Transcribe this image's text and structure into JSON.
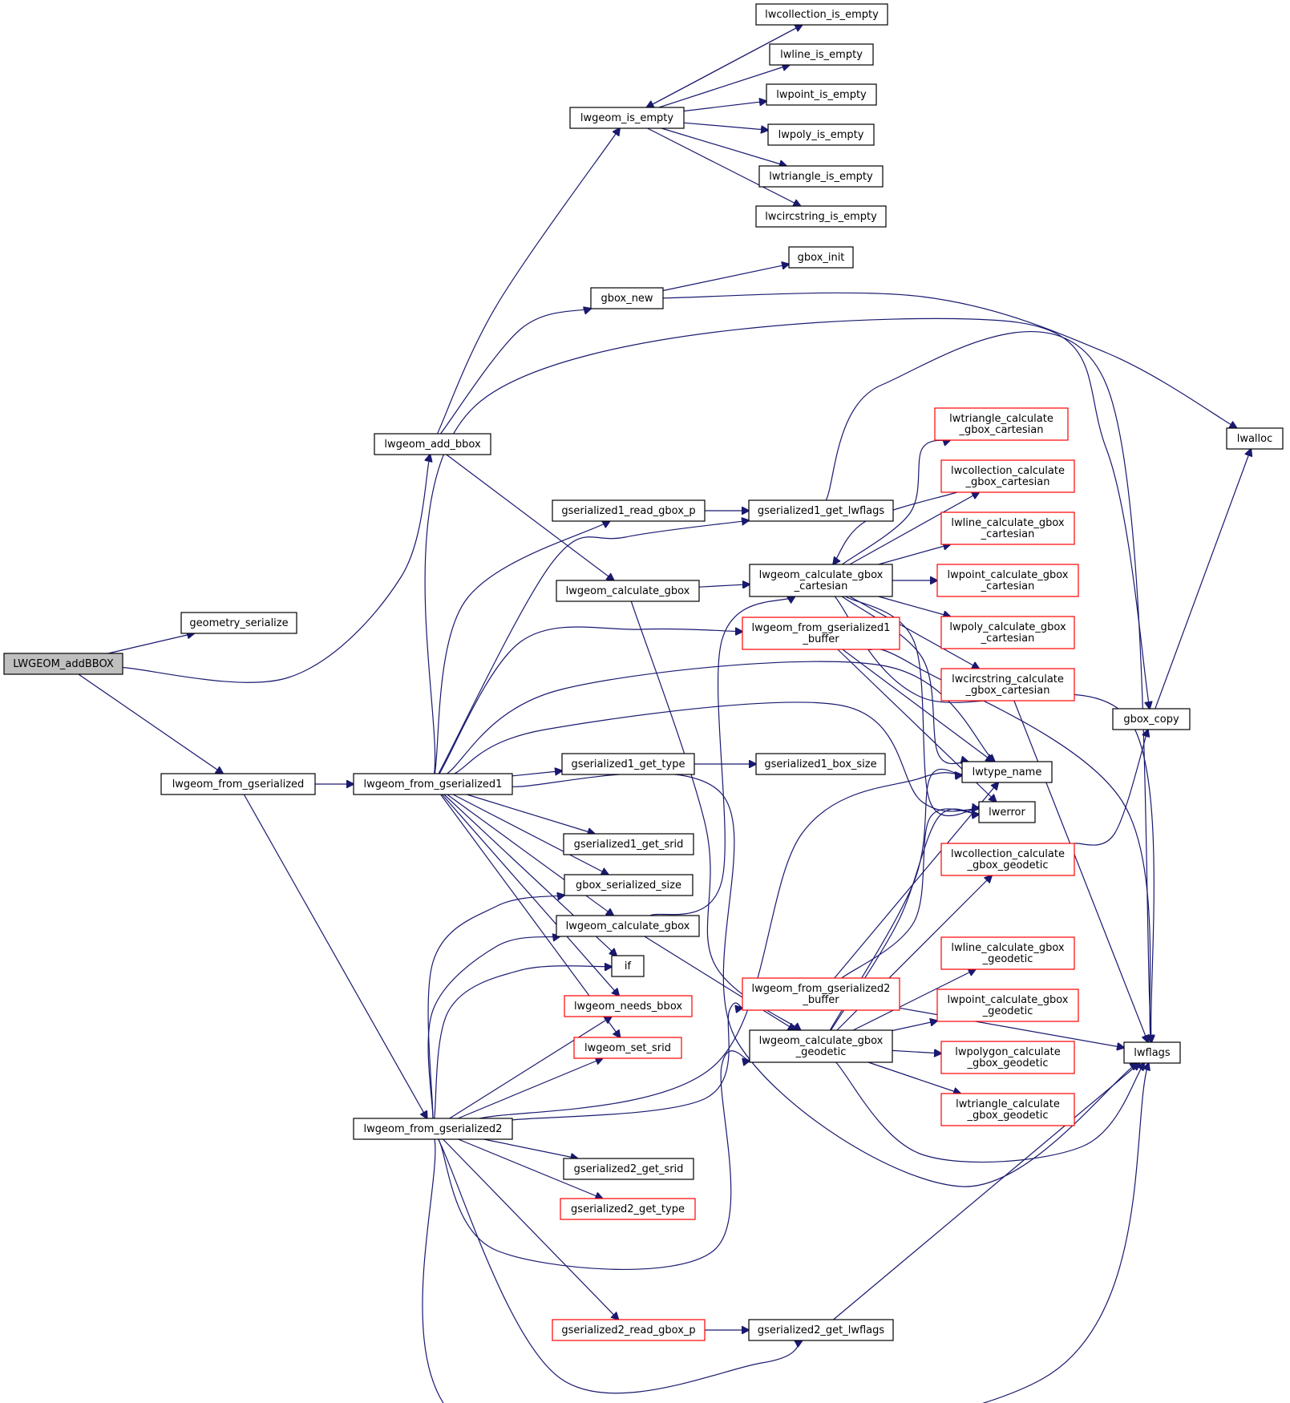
{
  "graph": {
    "root": "LWGEOM_addBBOX",
    "colors": {
      "edge": "#191970",
      "node_border": "#000000",
      "truncated_border": "#ff0000",
      "root_fill": "#bfbfbf"
    },
    "nodes": [
      {
        "id": "LWGEOM_addBBOX",
        "lines": [
          "LWGEOM_addBBOX"
        ],
        "kind": "root"
      },
      {
        "id": "geometry_serialize",
        "lines": [
          "geometry_serialize"
        ],
        "kind": "normal"
      },
      {
        "id": "lwgeom_add_bbox",
        "lines": [
          "lwgeom_add_bbox"
        ],
        "kind": "normal"
      },
      {
        "id": "lwgeom_from_gserialized",
        "lines": [
          "lwgeom_from_gserialized"
        ],
        "kind": "normal"
      },
      {
        "id": "lwgeom_from_gserialized1",
        "lines": [
          "lwgeom_from_gserialized1"
        ],
        "kind": "normal"
      },
      {
        "id": "lwgeom_from_gserialized2",
        "lines": [
          "lwgeom_from_gserialized2"
        ],
        "kind": "normal"
      },
      {
        "id": "lwgeom_is_empty",
        "lines": [
          "lwgeom_is_empty"
        ],
        "kind": "normal"
      },
      {
        "id": "gbox_new",
        "lines": [
          "gbox_new"
        ],
        "kind": "normal"
      },
      {
        "id": "lwgeom_calculate_gbox_a",
        "lines": [
          "lwgeom_calculate_gbox"
        ],
        "kind": "normal"
      },
      {
        "id": "gserialized1_read_gbox_p",
        "lines": [
          "gserialized1_read_gbox_p"
        ],
        "kind": "normal"
      },
      {
        "id": "gserialized1_get_type",
        "lines": [
          "gserialized1_get_type"
        ],
        "kind": "normal"
      },
      {
        "id": "gserialized1_get_srid",
        "lines": [
          "gserialized1_get_srid"
        ],
        "kind": "normal"
      },
      {
        "id": "gbox_serialized_size",
        "lines": [
          "gbox_serialized_size"
        ],
        "kind": "normal"
      },
      {
        "id": "lwgeom_calculate_gbox_b",
        "lines": [
          "lwgeom_calculate_gbox"
        ],
        "kind": "normal"
      },
      {
        "id": "if",
        "lines": [
          "if"
        ],
        "kind": "normal"
      },
      {
        "id": "lwgeom_needs_bbox",
        "lines": [
          "lwgeom_needs_bbox"
        ],
        "kind": "truncated"
      },
      {
        "id": "lwgeom_set_srid",
        "lines": [
          "lwgeom_set_srid"
        ],
        "kind": "truncated"
      },
      {
        "id": "gserialized2_get_srid",
        "lines": [
          "gserialized2_get_srid"
        ],
        "kind": "normal"
      },
      {
        "id": "gserialized2_get_type",
        "lines": [
          "gserialized2_get_type"
        ],
        "kind": "truncated"
      },
      {
        "id": "gserialized2_read_gbox_p",
        "lines": [
          "gserialized2_read_gbox_p"
        ],
        "kind": "truncated"
      },
      {
        "id": "lwcollection_is_empty",
        "lines": [
          "lwcollection_is_empty"
        ],
        "kind": "normal"
      },
      {
        "id": "lwline_is_empty",
        "lines": [
          "lwline_is_empty"
        ],
        "kind": "normal"
      },
      {
        "id": "lwpoint_is_empty",
        "lines": [
          "lwpoint_is_empty"
        ],
        "kind": "normal"
      },
      {
        "id": "lwpoly_is_empty",
        "lines": [
          "lwpoly_is_empty"
        ],
        "kind": "normal"
      },
      {
        "id": "lwtriangle_is_empty",
        "lines": [
          "lwtriangle_is_empty"
        ],
        "kind": "normal"
      },
      {
        "id": "lwcircstring_is_empty",
        "lines": [
          "lwcircstring_is_empty"
        ],
        "kind": "normal"
      },
      {
        "id": "gbox_init",
        "lines": [
          "gbox_init"
        ],
        "kind": "normal"
      },
      {
        "id": "gserialized1_get_lwflags",
        "lines": [
          "gserialized1_get_lwflags"
        ],
        "kind": "normal"
      },
      {
        "id": "lwgeom_calculate_gbox_cartesian",
        "lines": [
          "lwgeom_calculate_gbox",
          "_cartesian"
        ],
        "kind": "normal"
      },
      {
        "id": "lwgeom_from_gserialized1_buffer",
        "lines": [
          "lwgeom_from_gserialized1",
          "_buffer"
        ],
        "kind": "truncated"
      },
      {
        "id": "gserialized1_box_size",
        "lines": [
          "gserialized1_box_size"
        ],
        "kind": "normal"
      },
      {
        "id": "lwgeom_from_gserialized2_buffer",
        "lines": [
          "lwgeom_from_gserialized2",
          "_buffer"
        ],
        "kind": "truncated"
      },
      {
        "id": "lwgeom_calculate_gbox_geodetic",
        "lines": [
          "lwgeom_calculate_gbox",
          "_geodetic"
        ],
        "kind": "normal"
      },
      {
        "id": "gserialized2_get_lwflags",
        "lines": [
          "gserialized2_get_lwflags"
        ],
        "kind": "normal"
      },
      {
        "id": "lwtriangle_calculate_gbox_cartesian",
        "lines": [
          "lwtriangle_calculate",
          "_gbox_cartesian"
        ],
        "kind": "truncated"
      },
      {
        "id": "lwcollection_calculate_gbox_cartesian",
        "lines": [
          "lwcollection_calculate",
          "_gbox_cartesian"
        ],
        "kind": "truncated"
      },
      {
        "id": "lwline_calculate_gbox_cartesian",
        "lines": [
          "lwline_calculate_gbox",
          "_cartesian"
        ],
        "kind": "truncated"
      },
      {
        "id": "lwpoint_calculate_gbox_cartesian",
        "lines": [
          "lwpoint_calculate_gbox",
          "_cartesian"
        ],
        "kind": "truncated"
      },
      {
        "id": "lwpoly_calculate_gbox_cartesian",
        "lines": [
          "lwpoly_calculate_gbox",
          "_cartesian"
        ],
        "kind": "truncated"
      },
      {
        "id": "lwcircstring_calculate_gbox_cartesian",
        "lines": [
          "lwcircstring_calculate",
          "_gbox_cartesian"
        ],
        "kind": "truncated"
      },
      {
        "id": "lwtype_name",
        "lines": [
          "lwtype_name"
        ],
        "kind": "normal"
      },
      {
        "id": "lwerror",
        "lines": [
          "lwerror"
        ],
        "kind": "normal"
      },
      {
        "id": "lwcollection_calculate_gbox_geodetic",
        "lines": [
          "lwcollection_calculate",
          "_gbox_geodetic"
        ],
        "kind": "truncated"
      },
      {
        "id": "lwline_calculate_gbox_geodetic",
        "lines": [
          "lwline_calculate_gbox",
          "_geodetic"
        ],
        "kind": "truncated"
      },
      {
        "id": "lwpoint_calculate_gbox_geodetic",
        "lines": [
          "lwpoint_calculate_gbox",
          "_geodetic"
        ],
        "kind": "truncated"
      },
      {
        "id": "lwpolygon_calculate_gbox_geodetic",
        "lines": [
          "lwpolygon_calculate",
          "_gbox_geodetic"
        ],
        "kind": "truncated"
      },
      {
        "id": "lwtriangle_calculate_gbox_geodetic",
        "lines": [
          "lwtriangle_calculate",
          "_gbox_geodetic"
        ],
        "kind": "truncated"
      },
      {
        "id": "lwalloc",
        "lines": [
          "lwalloc"
        ],
        "kind": "normal"
      },
      {
        "id": "gbox_copy",
        "lines": [
          "gbox_copy"
        ],
        "kind": "normal"
      },
      {
        "id": "lwflags",
        "lines": [
          "lwflags"
        ],
        "kind": "normal"
      }
    ],
    "edges": [
      [
        "LWGEOM_addBBOX",
        "geometry_serialize"
      ],
      [
        "LWGEOM_addBBOX",
        "lwgeom_add_bbox"
      ],
      [
        "LWGEOM_addBBOX",
        "lwgeom_from_gserialized"
      ],
      [
        "lwgeom_add_bbox",
        "lwgeom_is_empty"
      ],
      [
        "lwgeom_add_bbox",
        "gbox_new"
      ],
      [
        "lwgeom_add_bbox",
        "lwgeom_calculate_gbox_a"
      ],
      [
        "lwgeom_is_empty",
        "lwcollection_is_empty"
      ],
      [
        "lwgeom_is_empty",
        "lwline_is_empty"
      ],
      [
        "lwgeom_is_empty",
        "lwpoint_is_empty"
      ],
      [
        "lwgeom_is_empty",
        "lwpoly_is_empty"
      ],
      [
        "lwgeom_is_empty",
        "lwtriangle_is_empty"
      ],
      [
        "lwgeom_is_empty",
        "lwcircstring_is_empty"
      ],
      [
        "lwcollection_is_empty",
        "lwgeom_is_empty"
      ],
      [
        "gbox_new",
        "gbox_init"
      ],
      [
        "gbox_new",
        "lwalloc"
      ],
      [
        "lwgeom_calculate_gbox_a",
        "lwgeom_calculate_gbox_cartesian"
      ],
      [
        "lwgeom_calculate_gbox_a",
        "lwgeom_calculate_gbox_geodetic"
      ],
      [
        "lwgeom_from_gserialized",
        "lwgeom_from_gserialized1"
      ],
      [
        "lwgeom_from_gserialized",
        "lwgeom_from_gserialized2"
      ],
      [
        "lwgeom_from_gserialized1",
        "gserialized1_read_gbox_p"
      ],
      [
        "lwgeom_from_gserialized1",
        "gserialized1_get_lwflags"
      ],
      [
        "lwgeom_from_gserialized1",
        "lwgeom_from_gserialized1_buffer"
      ],
      [
        "lwgeom_from_gserialized1",
        "gserialized1_get_type"
      ],
      [
        "lwgeom_from_gserialized1",
        "gserialized1_get_srid"
      ],
      [
        "lwgeom_from_gserialized1",
        "gbox_serialized_size"
      ],
      [
        "lwgeom_from_gserialized1",
        "lwgeom_calculate_gbox_b"
      ],
      [
        "lwgeom_from_gserialized1",
        "if"
      ],
      [
        "lwgeom_from_gserialized1",
        "lwgeom_needs_bbox"
      ],
      [
        "lwgeom_from_gserialized1",
        "lwgeom_set_srid"
      ],
      [
        "lwgeom_from_gserialized1",
        "gbox_copy"
      ],
      [
        "lwgeom_from_gserialized1",
        "lwtype_name"
      ],
      [
        "lwgeom_from_gserialized1",
        "lwerror"
      ],
      [
        "lwgeom_from_gserialized1",
        "lwflags"
      ],
      [
        "gserialized1_read_gbox_p",
        "gserialized1_get_lwflags"
      ],
      [
        "gserialized1_get_lwflags",
        "lwflags"
      ],
      [
        "gserialized1_get_type",
        "gserialized1_box_size"
      ],
      [
        "lwgeom_calculate_gbox_b",
        "lwgeom_calculate_gbox_cartesian"
      ],
      [
        "lwgeom_calculate_gbox_b",
        "lwgeom_calculate_gbox_geodetic"
      ],
      [
        "lwgeom_from_gserialized2",
        "gbox_serialized_size"
      ],
      [
        "lwgeom_from_gserialized2",
        "lwgeom_calculate_gbox_b"
      ],
      [
        "lwgeom_from_gserialized2",
        "if"
      ],
      [
        "lwgeom_from_gserialized2",
        "lwgeom_needs_bbox"
      ],
      [
        "lwgeom_from_gserialized2",
        "lwgeom_set_srid"
      ],
      [
        "lwgeom_from_gserialized2",
        "lwgeom_from_gserialized2_buffer"
      ],
      [
        "lwgeom_from_gserialized2",
        "gserialized2_get_srid"
      ],
      [
        "lwgeom_from_gserialized2",
        "gserialized2_get_type"
      ],
      [
        "lwgeom_from_gserialized2",
        "gserialized2_read_gbox_p"
      ],
      [
        "lwgeom_from_gserialized2",
        "gserialized2_get_lwflags"
      ],
      [
        "lwgeom_from_gserialized2",
        "lwtype_name"
      ],
      [
        "lwgeom_from_gserialized2",
        "lwflags"
      ],
      [
        "lwgeom_from_gserialized2",
        "lwgeom_calculate_gbox_geodetic"
      ],
      [
        "gserialized2_read_gbox_p",
        "gserialized2_get_lwflags"
      ],
      [
        "gserialized2_get_lwflags",
        "lwflags"
      ],
      [
        "lwgeom_calculate_gbox_cartesian",
        "lwtriangle_calculate_gbox_cartesian"
      ],
      [
        "lwgeom_calculate_gbox_cartesian",
        "lwcollection_calculate_gbox_cartesian"
      ],
      [
        "lwgeom_calculate_gbox_cartesian",
        "lwline_calculate_gbox_cartesian"
      ],
      [
        "lwgeom_calculate_gbox_cartesian",
        "lwpoint_calculate_gbox_cartesian"
      ],
      [
        "lwgeom_calculate_gbox_cartesian",
        "lwpoly_calculate_gbox_cartesian"
      ],
      [
        "lwgeom_calculate_gbox_cartesian",
        "lwcircstring_calculate_gbox_cartesian"
      ],
      [
        "lwgeom_calculate_gbox_cartesian",
        "lwtype_name"
      ],
      [
        "lwgeom_calculate_gbox_cartesian",
        "lwerror"
      ],
      [
        "lwgeom_calculate_gbox_cartesian",
        "lwflags"
      ],
      [
        "lwcollection_calculate_gbox_cartesian",
        "lwgeom_calculate_gbox_cartesian"
      ],
      [
        "lwcircstring_calculate_gbox_cartesian",
        "lwflags"
      ],
      [
        "lwgeom_from_gserialized1_buffer",
        "lwtype_name"
      ],
      [
        "lwgeom_from_gserialized1_buffer",
        "lwerror"
      ],
      [
        "lwgeom_from_gserialized1_buffer",
        "lwflags"
      ],
      [
        "lwgeom_from_gserialized2_buffer",
        "lwtype_name"
      ],
      [
        "lwgeom_from_gserialized2_buffer",
        "lwerror"
      ],
      [
        "lwgeom_from_gserialized2_buffer",
        "lwflags"
      ],
      [
        "lwgeom_calculate_gbox_geodetic",
        "lwcollection_calculate_gbox_geodetic"
      ],
      [
        "lwgeom_calculate_gbox_geodetic",
        "lwline_calculate_gbox_geodetic"
      ],
      [
        "lwgeom_calculate_gbox_geodetic",
        "lwpoint_calculate_gbox_geodetic"
      ],
      [
        "lwgeom_calculate_gbox_geodetic",
        "lwpolygon_calculate_gbox_geodetic"
      ],
      [
        "lwgeom_calculate_gbox_geodetic",
        "lwtriangle_calculate_gbox_geodetic"
      ],
      [
        "lwgeom_calculate_gbox_geodetic",
        "lwtype_name"
      ],
      [
        "lwgeom_calculate_gbox_geodetic",
        "lwerror"
      ],
      [
        "lwgeom_calculate_gbox_geodetic",
        "lwflags"
      ],
      [
        "lwcollection_calculate_gbox_geodetic",
        "gbox_copy"
      ],
      [
        "gbox_copy",
        "lwalloc"
      ]
    ]
  }
}
